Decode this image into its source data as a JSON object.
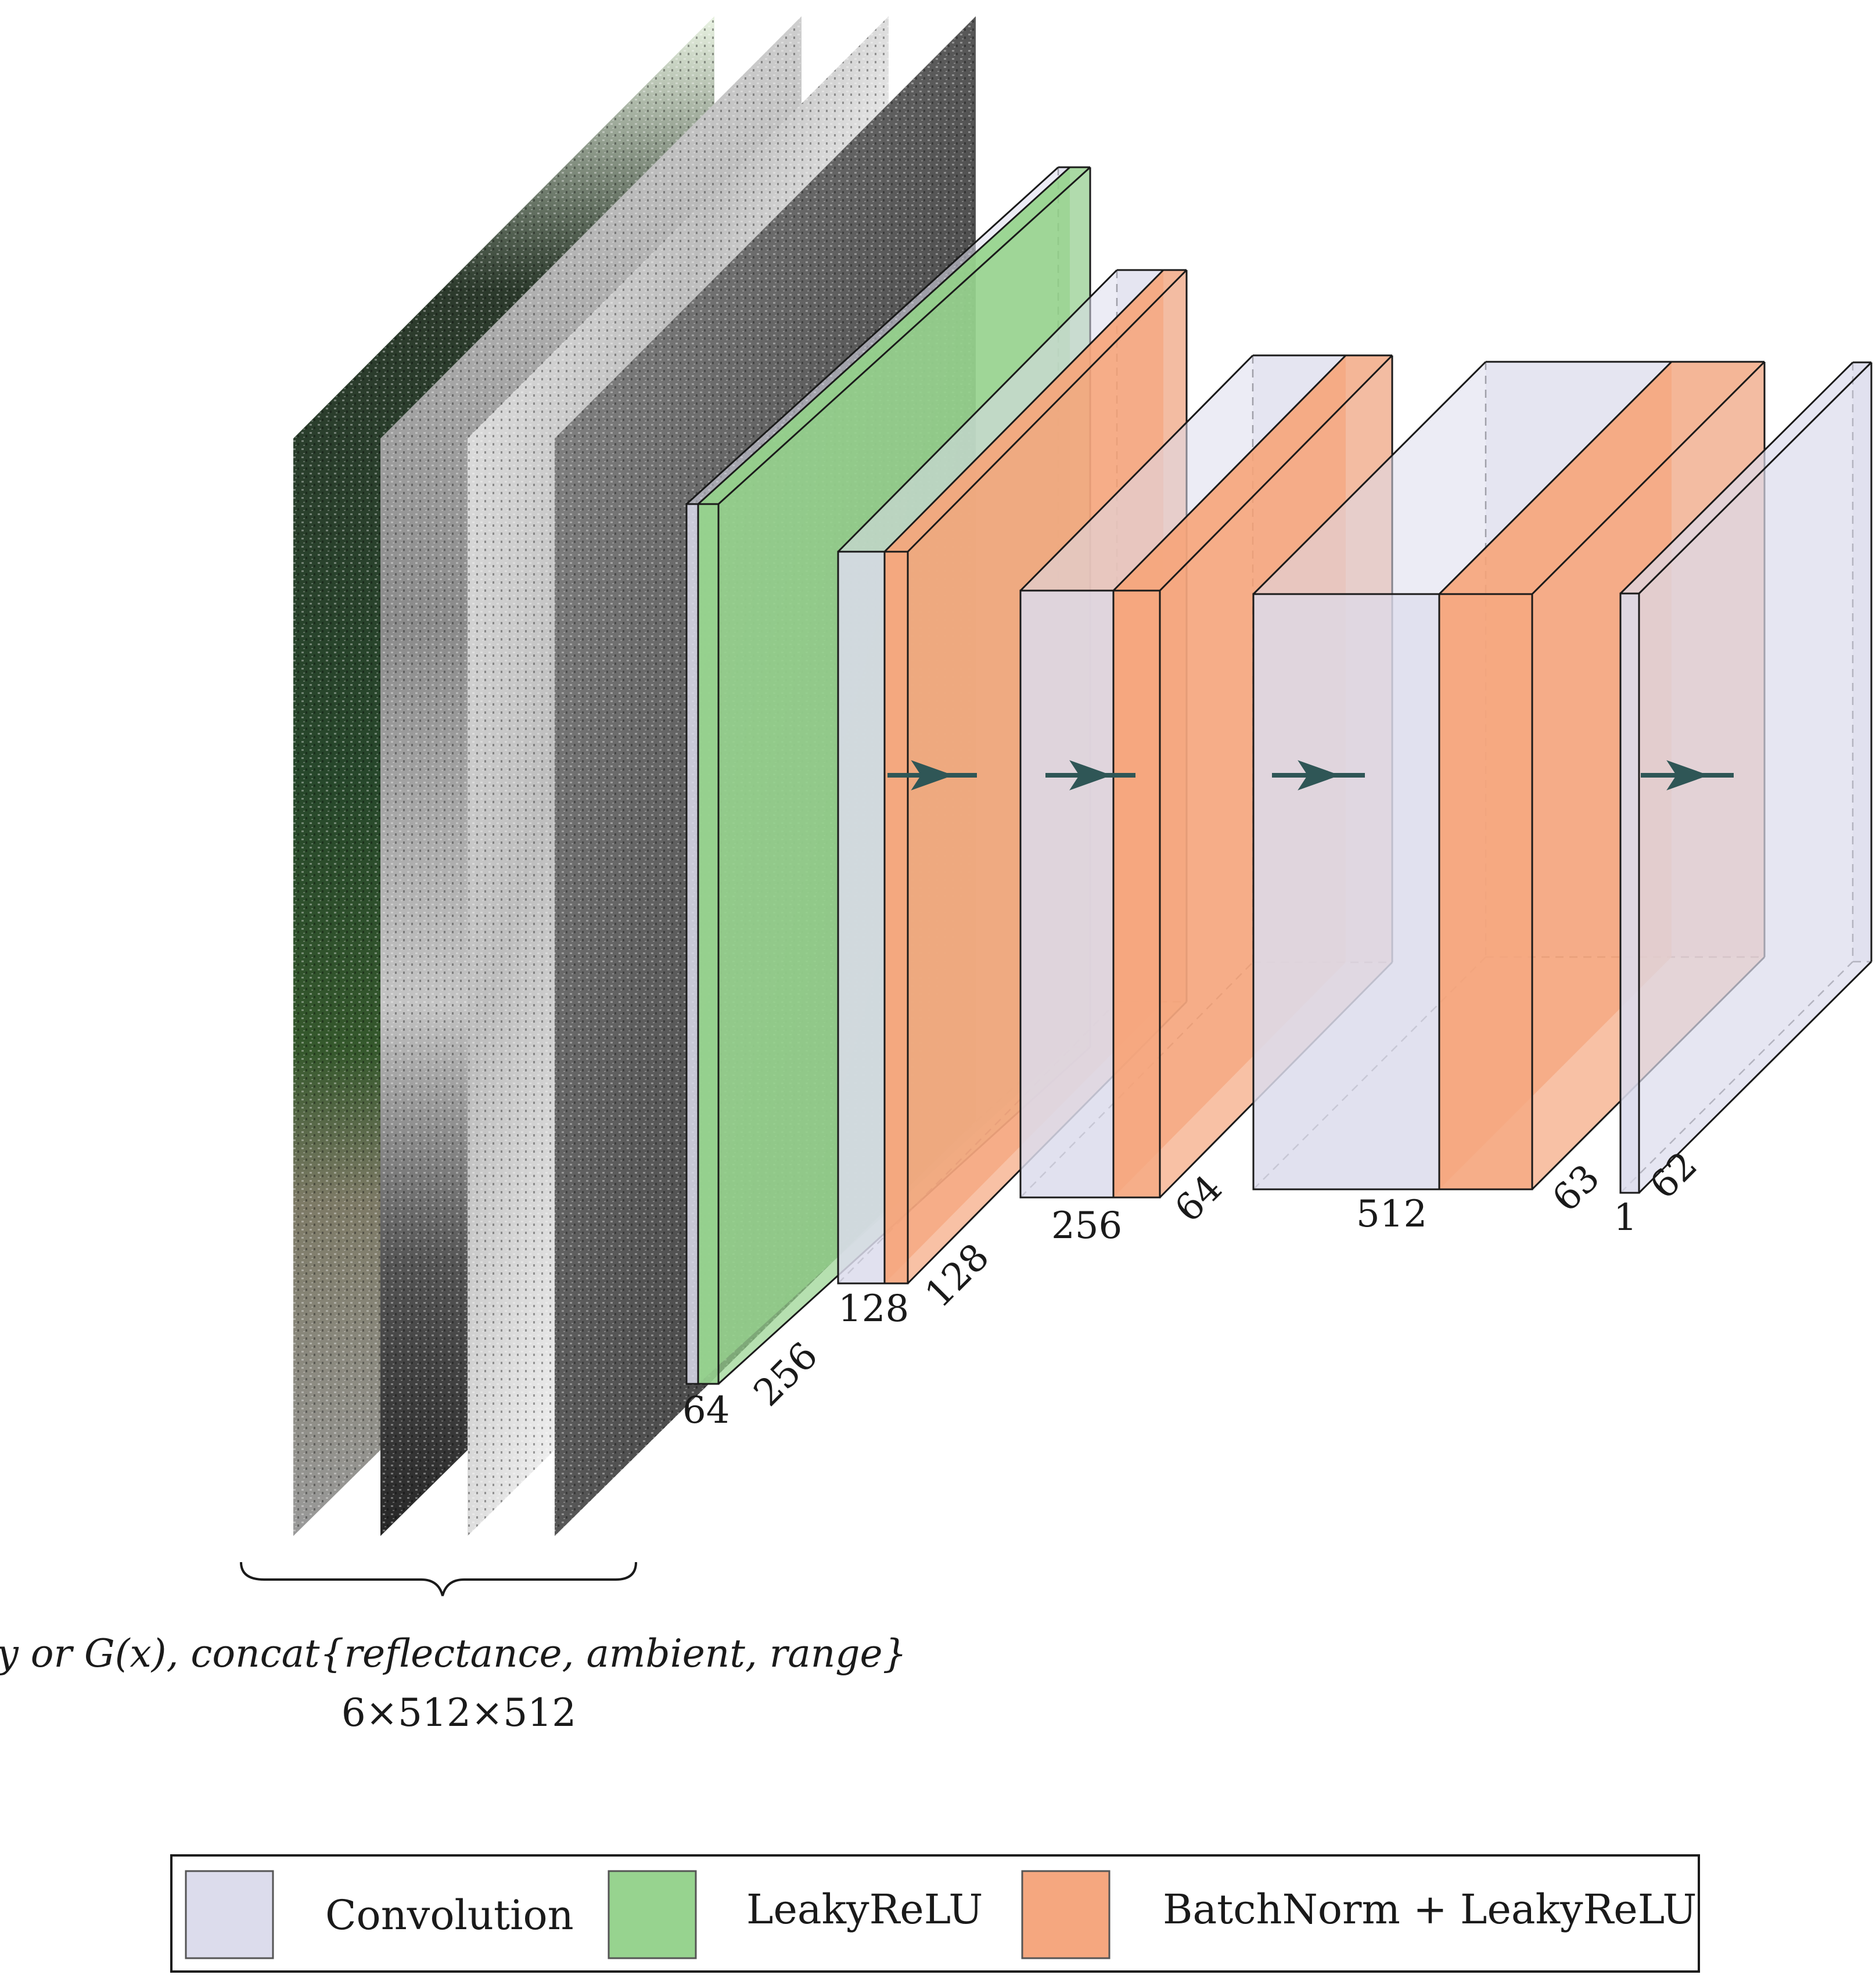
{
  "input": {
    "caption_line1": "y or G(x), concat{reflectance, ambient, range}",
    "caption_line2": "6×512×512"
  },
  "layers": [
    {
      "id": "block1",
      "dims": [
        "64",
        "256"
      ]
    },
    {
      "id": "block2",
      "dims": [
        "128",
        "128"
      ]
    },
    {
      "id": "block3",
      "dims": [
        "256",
        "64"
      ]
    },
    {
      "id": "block4",
      "dims": [
        "512",
        "63"
      ]
    },
    {
      "id": "block5",
      "dims": [
        "1",
        "62"
      ]
    }
  ],
  "legend": {
    "items": [
      {
        "label": "Convolution",
        "color": "#dcdcec"
      },
      {
        "label": "LeakyReLU",
        "color": "#97d38f"
      },
      {
        "label": "BatchNorm + LeakyReLU",
        "color": "#f5a77f"
      }
    ]
  },
  "colors": {
    "conv": "#dcdcec",
    "leaky": "#97d38f",
    "bn": "#f5a77f",
    "arrow": "#2f5656",
    "edge": "#1a1a1a"
  }
}
